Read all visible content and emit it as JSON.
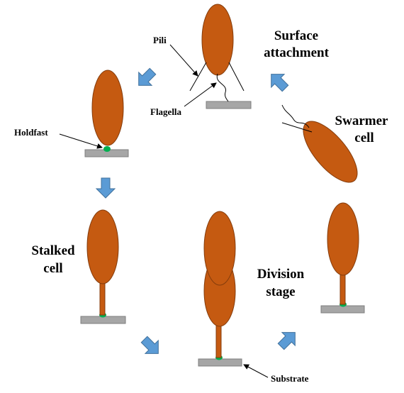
{
  "colors": {
    "cell": "#C55A11",
    "cell_stroke": "#843C0C",
    "substrate": "#A6A6A6",
    "substrate_stroke": "#7F7F7F",
    "holdfast": "#00B050",
    "arrow": "#5B9BD5",
    "arrow_stroke": "#41719C"
  },
  "stages": {
    "surface_attachment": [
      "Surface",
      "attachment"
    ],
    "swarmer_cell": [
      "Swarmer",
      "cell"
    ],
    "stalked_cell": [
      "Stalked",
      "cell"
    ],
    "division_stage": [
      "Division",
      "stage"
    ]
  },
  "labels": {
    "pili": "Pili",
    "flagella": "Flagella",
    "holdfast": "Holdfast",
    "substrate": "Substrate"
  }
}
